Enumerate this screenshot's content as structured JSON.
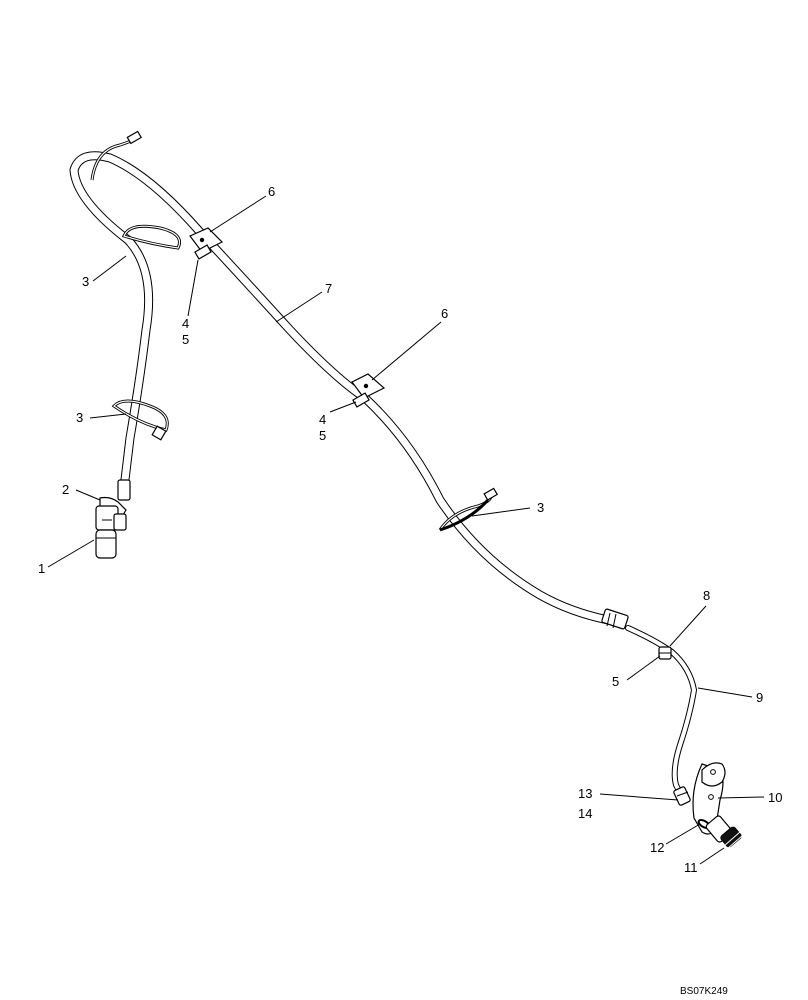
{
  "callouts": {
    "c1": "1",
    "c2": "2",
    "c3a": "3",
    "c3b": "3",
    "c3c": "3",
    "c4a": "4",
    "c5a": "5",
    "c4b": "4",
    "c5b": "5",
    "c5c": "5",
    "c6a": "6",
    "c6b": "6",
    "c7": "7",
    "c8": "8",
    "c9": "9",
    "c10": "10",
    "c11": "11",
    "c12": "12",
    "c13": "13",
    "c14": "14"
  },
  "drawing_code": "BS07K249"
}
